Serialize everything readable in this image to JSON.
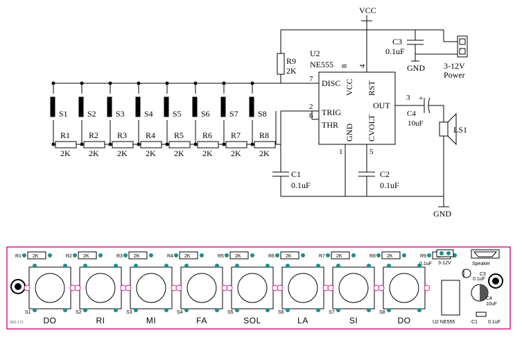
{
  "schematic": {
    "vcc_label": "VCC",
    "gnd_labels": [
      "GND",
      "GND"
    ],
    "ic": {
      "ref": "U2",
      "part": "NE555",
      "pins": {
        "disc": "DISC",
        "trig": "TRIG",
        "thr": "THR",
        "out": "OUT",
        "vcc": "VCC",
        "rst": "RST",
        "gnd": "GND",
        "cvolt": "CVOLT"
      },
      "pin_numbers": {
        "disc": "7",
        "trig": "2",
        "thr": "6",
        "out": "3",
        "vcc": "8",
        "rst": "4",
        "gnd": "1",
        "cvolt": "5"
      }
    },
    "r9": {
      "ref": "R9",
      "value": "2K"
    },
    "c3": {
      "ref": "C3",
      "value": "0.1uF"
    },
    "c1": {
      "ref": "C1",
      "value": "0.1uF"
    },
    "c2": {
      "ref": "C2",
      "value": "0.1uF"
    },
    "c4": {
      "ref": "C4",
      "value": "10uF",
      "polarity": "+"
    },
    "speaker": {
      "ref": "LS1"
    },
    "power": {
      "range": "3-12V",
      "label": "Power"
    },
    "switches": [
      "S1",
      "S2",
      "S3",
      "S4",
      "S5",
      "S6",
      "S7",
      "S8"
    ],
    "resistors": [
      "R1",
      "R2",
      "R3",
      "R4",
      "R5",
      "R6",
      "R7",
      "R8"
    ],
    "resistor_value": "2K"
  },
  "pcb": {
    "resistor_refs": [
      "R1",
      "R2",
      "R3",
      "R4",
      "R5",
      "R6",
      "R7",
      "R8",
      "R9"
    ],
    "resistor_value": "2K",
    "switch_refs": [
      "S1",
      "S2",
      "S3",
      "S4",
      "S5",
      "S6",
      "S7",
      "S8"
    ],
    "notes": [
      "DO",
      "RI",
      "MI",
      "FA",
      "SOL",
      "LA",
      "SI",
      "DO"
    ],
    "c3": {
      "ref": "C3",
      "value": "0.1uF"
    },
    "c4": {
      "ref": "C4",
      "value": "10uF"
    },
    "c1": {
      "ref": "C1",
      "value": "0.1uF"
    },
    "c2_value": "0.1uF",
    "power_label": "3-12V",
    "speaker_label": "Speaker",
    "ic_label": "U2 NE555",
    "board_id": "SR1-171",
    "colors": {
      "outline": "#d81b8c",
      "pad": "#1a8f8f",
      "pad_ring": "#cfe6e6"
    }
  }
}
